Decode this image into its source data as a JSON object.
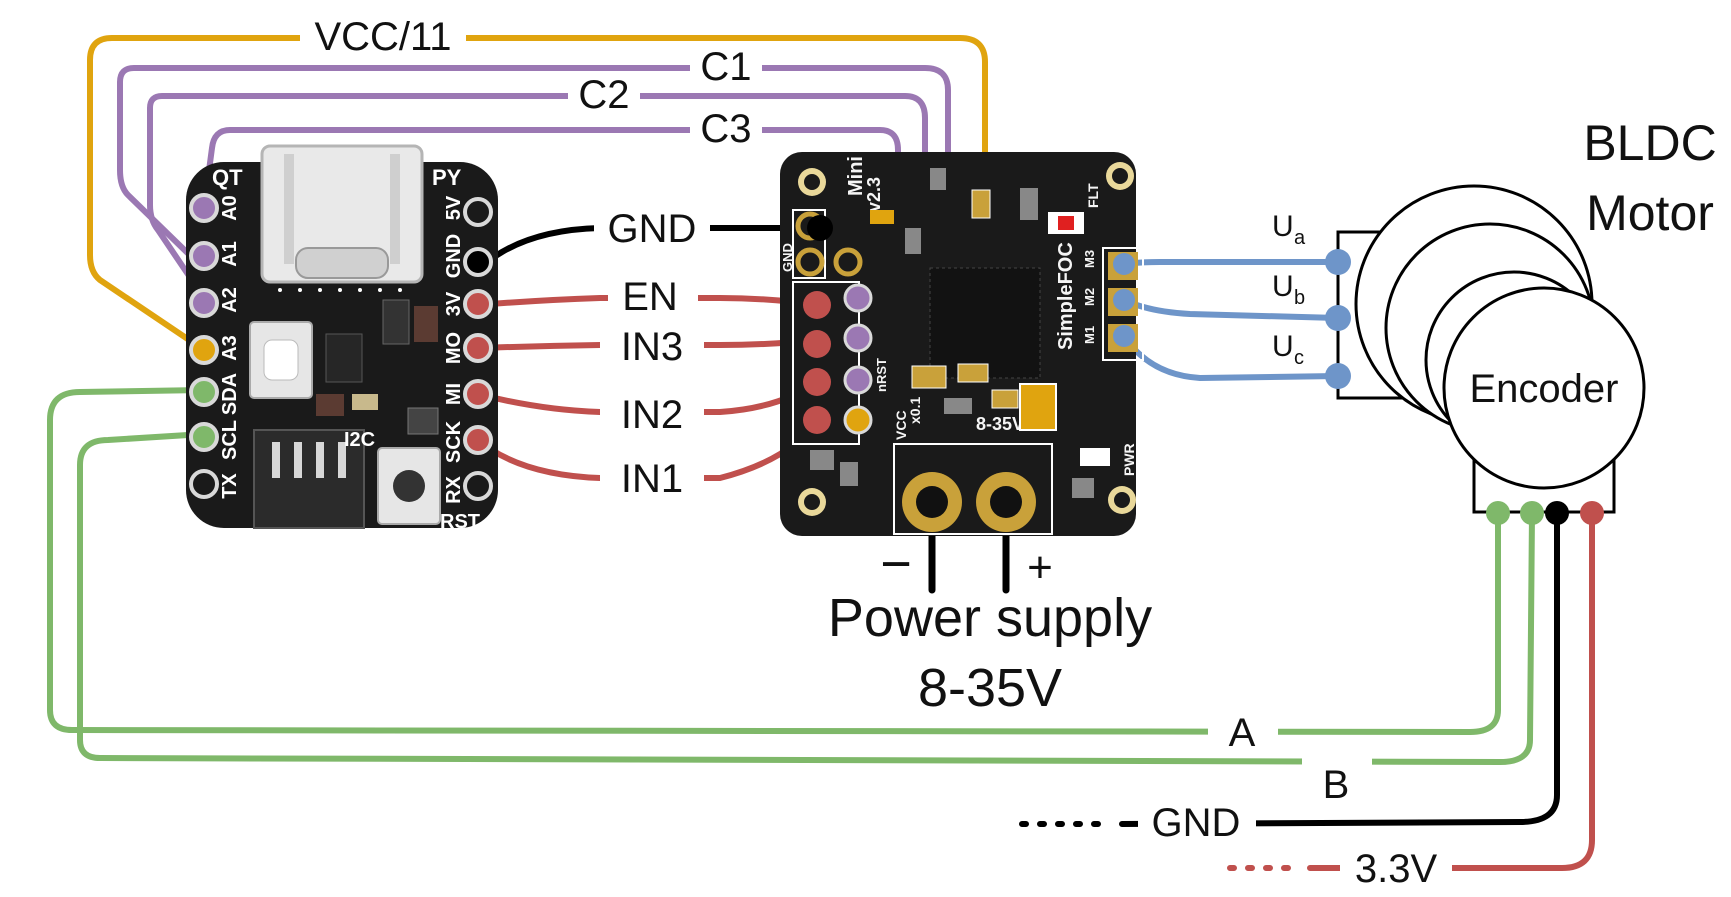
{
  "colors": {
    "vcc": "#e0a40f",
    "c_lines": "#9b78b3",
    "gnd": "#000000",
    "signal": "#c0504d",
    "encoder": "#7fb86a",
    "phase": "#6e95c9",
    "board": "#1a1a1a",
    "pad": "#c9a13a"
  },
  "mcu": {
    "logo_left": "QT",
    "logo_right": "PY",
    "left_pins": [
      "A0",
      "A1",
      "A2",
      "A3",
      "SDA",
      "SCL",
      "TX"
    ],
    "right_pins": [
      "5V",
      "GND",
      "3V",
      "MO",
      "MI",
      "SCK",
      "RX"
    ],
    "silk_i2c": "I2C",
    "silk_rst": "RST"
  },
  "driver": {
    "model": "Mini",
    "version": "v2.3",
    "brand": "SimpleFOC",
    "flt": "FLT",
    "pwr": "PWR",
    "voltage": "8-35V",
    "vcc_mark": "VCC",
    "x01": "x0.1",
    "nrst": "nRST",
    "gnd_header": "GND",
    "motor_pads": [
      "M3",
      "M2",
      "M1"
    ]
  },
  "wires": {
    "vcc": "VCC/11",
    "c1": "C1",
    "c2": "C2",
    "c3": "C3",
    "gnd": "GND",
    "en": "EN",
    "in3": "IN3",
    "in2": "IN2",
    "in1": "IN1",
    "ua_main": "U",
    "ua_sub": "a",
    "ub_main": "U",
    "ub_sub": "b",
    "uc_main": "U",
    "uc_sub": "c",
    "enc_a": "A",
    "enc_b": "B",
    "enc_gnd": "GND",
    "enc_3v3": "3.3V"
  },
  "motor": {
    "title_line1": "BLDC",
    "title_line2": "Motor",
    "encoder": "Encoder"
  },
  "power": {
    "minus": "−",
    "plus": "+",
    "line1": "Power supply",
    "line2": "8-35V"
  }
}
